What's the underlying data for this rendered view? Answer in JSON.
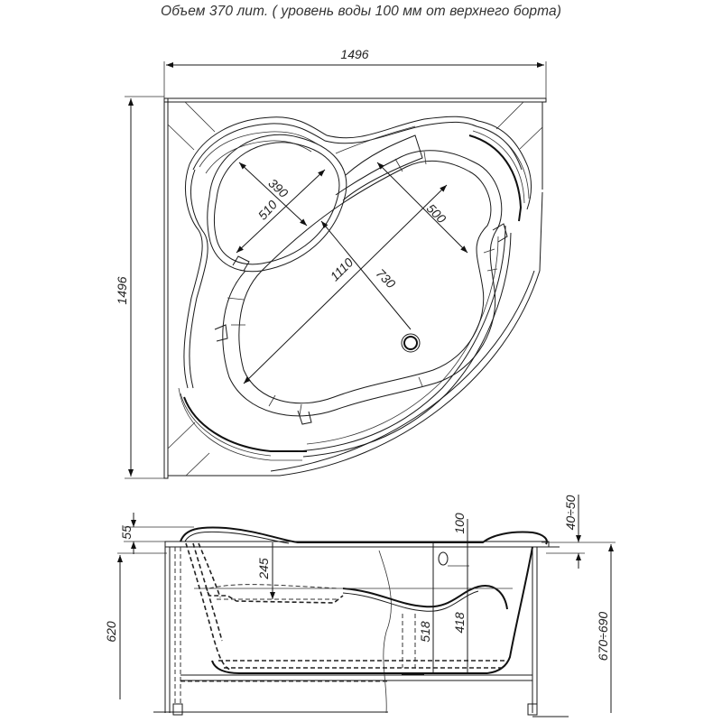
{
  "caption": "Объем 370 лит. ( уровень воды 100 мм от верхнего борта)",
  "top_view": {
    "width_dim": "1496",
    "height_dim": "1496",
    "seat_dim_a": "390",
    "seat_dim_b": "510",
    "diagonal_dim": "1110",
    "inner_dim": "730",
    "width_inner_dim": "500"
  },
  "side_view": {
    "rim_height_dim": "55",
    "total_height_dim": "620",
    "seat_depth_dim": "245",
    "overflow_dim": "100",
    "depth_dim_518": "518",
    "depth_dim_418": "418",
    "adjust_dim": "40÷50",
    "leg_height_dim": "670÷690"
  },
  "colors": {
    "line": "#1a1a1a",
    "text": "#222222",
    "background": "#ffffff"
  }
}
